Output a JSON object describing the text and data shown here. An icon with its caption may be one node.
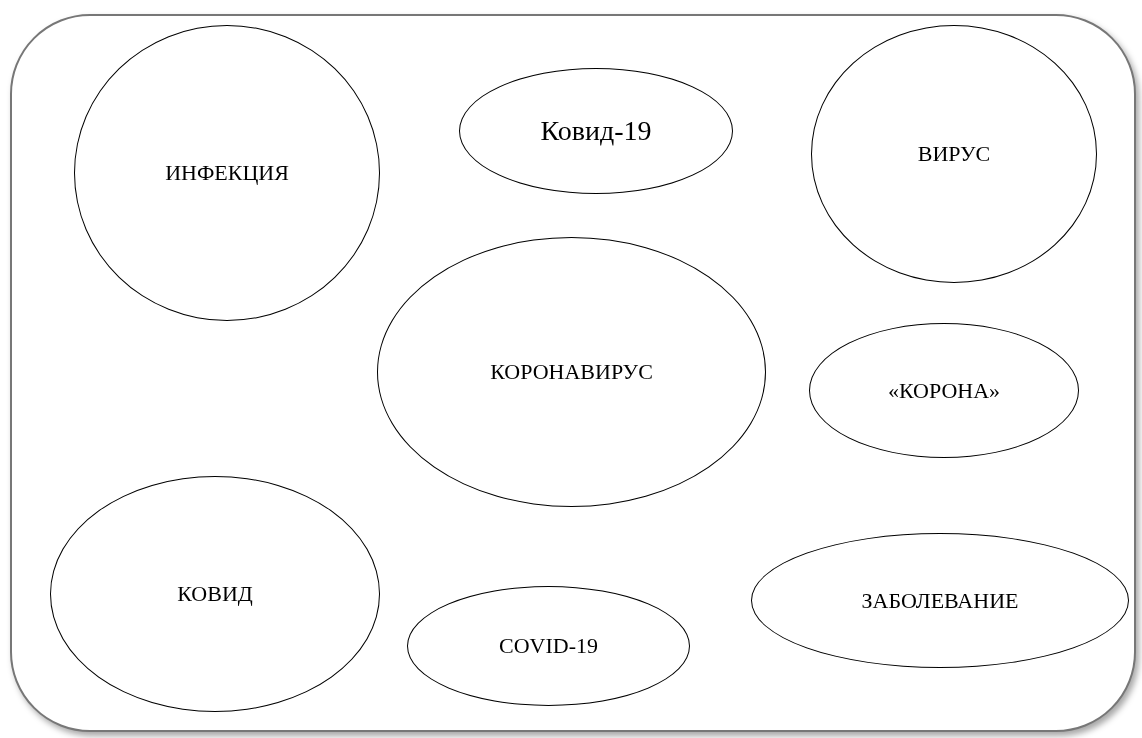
{
  "diagram": {
    "nodes": [
      {
        "text": [],
        "shape": "box"
      },
      {
        "text": [
          "ИНФЕКЦИЯ"
        ],
        "in": 0
      },
      {
        "text": [
          "Ковид-19"
        ],
        "in": 0
      },
      {
        "text": [
          "ВИРУС"
        ],
        "in": 0
      },
      {
        "text": [
          "КОРОНАВИРУС"
        ],
        "in": 0
      },
      {
        "text": [
          "«КОРОНА»"
        ],
        "in": 0
      },
      {
        "text": [
          "КОВИД"
        ],
        "in": 0
      },
      {
        "text": [
          "COVID-19"
        ],
        "in": 0
      },
      {
        "text": [
          "ЗАБОЛЕВАНИЕ"
        ],
        "in": 0
      }
    ],
    "edges": []
  }
}
